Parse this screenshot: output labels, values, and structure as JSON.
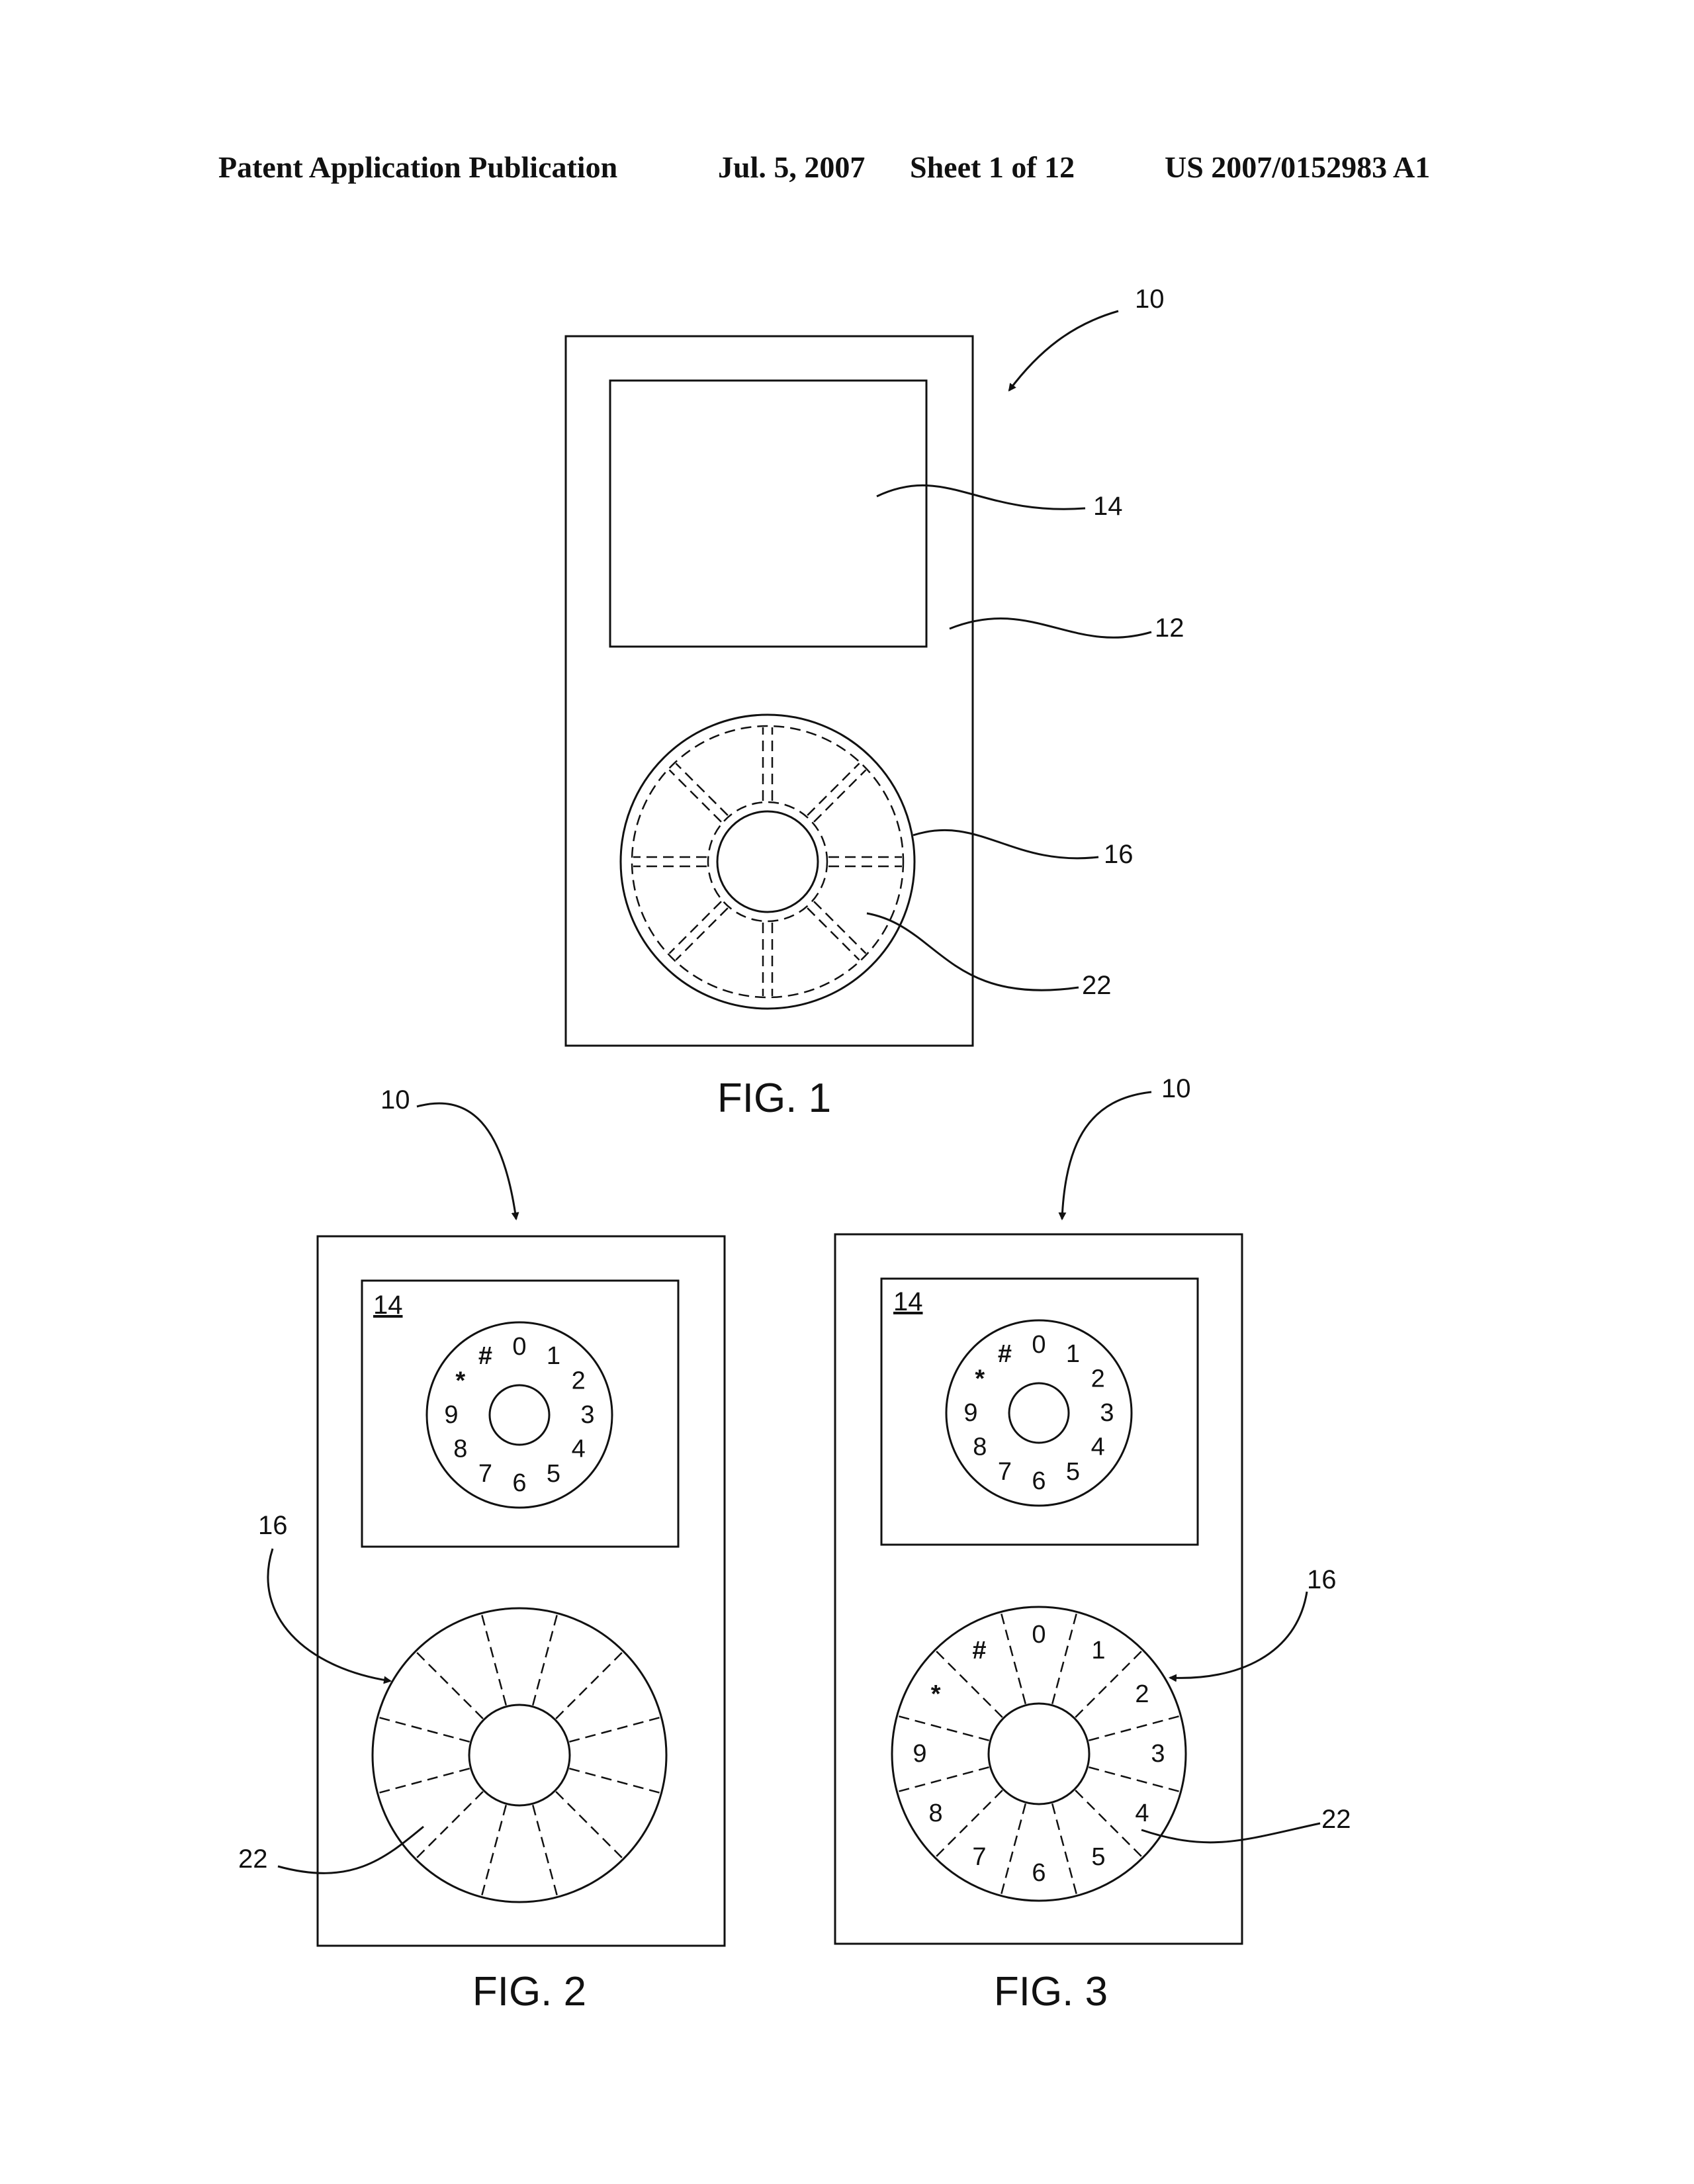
{
  "header": {
    "publication": "Patent Application Publication",
    "date": "Jul. 5, 2007",
    "sheet": "Sheet 1 of 12",
    "number": "US 2007/0152983 A1"
  },
  "fig1": {
    "caption": "FIG. 1",
    "ref_device": "10",
    "ref_display": "14",
    "ref_housing": "12",
    "ref_wheel": "16",
    "ref_segment": "22"
  },
  "fig2": {
    "caption": "FIG. 2",
    "ref_device": "10",
    "ref_display": "14",
    "ref_wheel": "16",
    "ref_segment": "22",
    "dial_labels": [
      "0",
      "1",
      "2",
      "3",
      "4",
      "5",
      "6",
      "7",
      "8",
      "9",
      "*",
      "#"
    ]
  },
  "fig3": {
    "caption": "FIG. 3",
    "ref_device": "10",
    "ref_display": "14",
    "ref_wheel": "16",
    "ref_segment": "22",
    "dial_labels": [
      "0",
      "1",
      "2",
      "3",
      "4",
      "5",
      "6",
      "7",
      "8",
      "9",
      "*",
      "#"
    ],
    "wheel_labels": [
      "0",
      "1",
      "2",
      "3",
      "4",
      "5",
      "6",
      "7",
      "8",
      "9",
      "*",
      "#"
    ]
  }
}
